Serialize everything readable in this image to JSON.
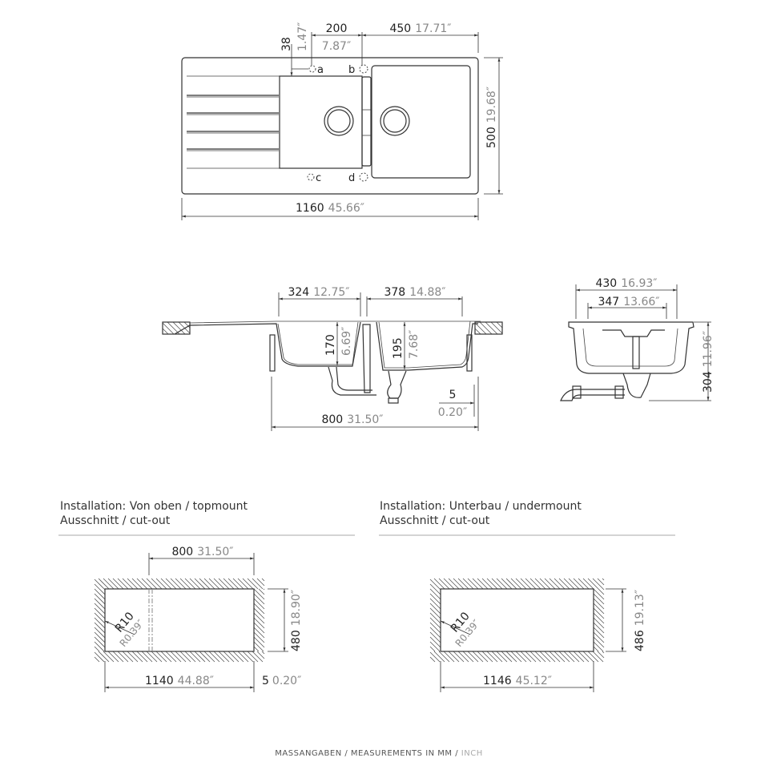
{
  "top_view": {
    "dim_200": {
      "mm": "200",
      "inch": "7.87″"
    },
    "dim_450": {
      "mm": "450",
      "inch": "17.71″"
    },
    "dim_38": {
      "mm": "38",
      "inch": "1.47″"
    },
    "dim_500": {
      "mm": "500",
      "inch": "19.68″"
    },
    "dim_1160": {
      "mm": "1160",
      "inch": "45.66″"
    },
    "holes": [
      "a",
      "b",
      "c",
      "d"
    ]
  },
  "section_view": {
    "dim_324": {
      "mm": "324",
      "inch": "12.75″"
    },
    "dim_378": {
      "mm": "378",
      "inch": "14.88″"
    },
    "dim_170": {
      "mm": "170",
      "inch": "6.69″"
    },
    "dim_195": {
      "mm": "195",
      "inch": "7.68″"
    },
    "dim_5": {
      "mm": "5",
      "inch": "0.20″"
    },
    "dim_800": {
      "mm": "800",
      "inch": "31.50″"
    }
  },
  "end_view": {
    "dim_430": {
      "mm": "430",
      "inch": "16.93″"
    },
    "dim_347": {
      "mm": "347",
      "inch": "13.66″"
    },
    "dim_304": {
      "mm": "304",
      "inch": "11.96″"
    }
  },
  "cutouts": [
    {
      "title": "Installation: Von oben / topmount",
      "subtitle": "Ausschnitt / cut-out",
      "dim_top": {
        "mm": "800",
        "inch": "31.50″"
      },
      "dim_height": {
        "mm": "480",
        "inch": "18.90″"
      },
      "dim_width": {
        "mm": "1140",
        "inch": "44.88″"
      },
      "dim_offset": {
        "mm": "5",
        "inch": "0.20″"
      },
      "radius": {
        "mm": "R10",
        "inch": "R0.39″"
      }
    },
    {
      "title": "Installation: Unterbau / undermount",
      "subtitle": "Ausschnitt / cut-out",
      "dim_height": {
        "mm": "486",
        "inch": "19.13″"
      },
      "dim_width": {
        "mm": "1146",
        "inch": "45.12″"
      },
      "radius": {
        "mm": "R10",
        "inch": "R0.39″"
      }
    }
  ],
  "footer": {
    "main": "MASSANGABEN / MEASUREMENTS IN MM / ",
    "unit": "INCH"
  }
}
